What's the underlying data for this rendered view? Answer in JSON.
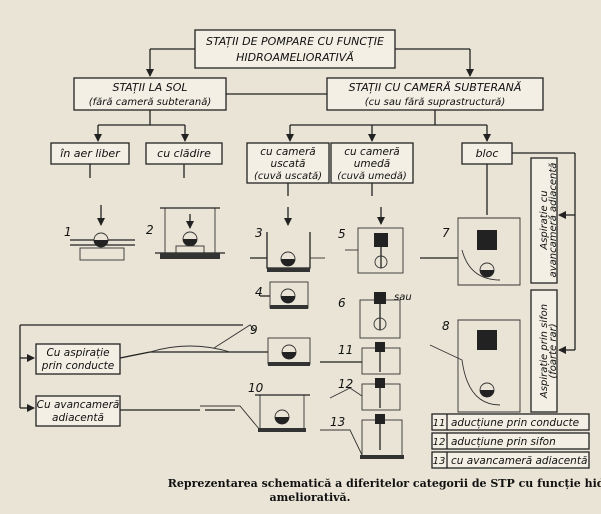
{
  "title": {
    "line1": "STAȚII DE POMPARE CU FUNCȚIE",
    "line2": "HIDROAMELIORATIVĂ"
  },
  "nodes": {
    "sol": {
      "line1": "STAȚII LA SOL",
      "line2": "(fără cameră subterană)"
    },
    "subterana": {
      "line1": "STAȚII CU CAMERĂ SUBTERANĂ",
      "line2": "(cu sau fără suprastructură)"
    },
    "aer_liber": "în aer liber",
    "cladire": "cu clădire",
    "uscata": {
      "line1": "cu cameră",
      "line2": "uscată",
      "line3": "(cuvă uscată)"
    },
    "umeda": {
      "line1": "cu cameră",
      "line2": "umedă",
      "line3": "(cuvă umedă)"
    },
    "bloc": "bloc",
    "aspiratie_avancamera": {
      "line1": "Aspirație cu",
      "line2": "avancameră adiacentă"
    },
    "aspiratie_sifon": {
      "line1": "Aspirație prin sifon",
      "line2": "(foarte rar)"
    },
    "aspiratie_conducte": {
      "line1": "Cu aspirație",
      "line2": "prin conducte"
    },
    "cu_avancamera": {
      "line1": "Cu avancameră",
      "line2": "adiacentă"
    }
  },
  "legend": [
    {
      "num": "11",
      "label": "aducțiune prin conducte"
    },
    {
      "num": "12",
      "label": "aducțiune prin sifon"
    },
    {
      "num": "13",
      "label": "cu avancameră adiacentă"
    }
  ],
  "figure_numbers": [
    "1",
    "2",
    "3",
    "4",
    "5",
    "6",
    "7",
    "8",
    "9",
    "10",
    "11",
    "12",
    "13"
  ],
  "annotation_sau": "sau",
  "caption": {
    "line1": "Reprezentarea schematică a diferitelor categorii de STP cu funcție hidro-",
    "line2": "ameliorativă."
  }
}
